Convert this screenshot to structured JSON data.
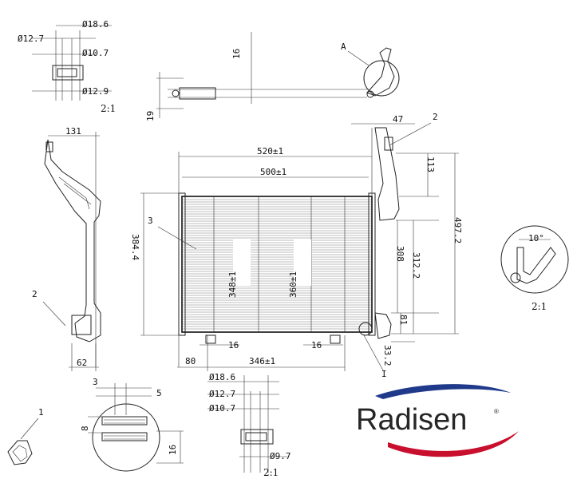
{
  "top_left_detail": {
    "dims": [
      "Ø18.6",
      "Ø12.7",
      "Ø10.7",
      "Ø12.9"
    ],
    "scale": "2:1"
  },
  "top_pipe": {
    "dims": [
      "16",
      "19"
    ],
    "callout": "A"
  },
  "side_view": {
    "dims": [
      "131",
      "62"
    ],
    "callout": "2"
  },
  "front_view": {
    "width_dims": [
      "520±1",
      "500±1",
      "346±1"
    ],
    "core_dims": [
      "348±1",
      "360±1"
    ],
    "height_dims": [
      "384.4",
      "308",
      "312.2",
      "497.2",
      "113",
      "81",
      "33.2"
    ],
    "bottom_dims": [
      "80",
      "16",
      "16"
    ],
    "top_right_dims": [
      "47"
    ],
    "callouts": [
      "3",
      "2",
      "I"
    ]
  },
  "right_detail": {
    "angle": "10°",
    "scale": "2:1"
  },
  "bottom_left_detail": {
    "dims": [
      "3",
      "5",
      "8",
      "16"
    ],
    "callout": "1"
  },
  "bottom_mid_detail": {
    "dims": [
      "Ø18.6",
      "Ø12.7",
      "Ø10.7",
      "Ø9.7"
    ],
    "scale": "2:1"
  },
  "brand": {
    "name": "Radisen",
    "mark": "®",
    "swoosh_color": "#c8102e",
    "swoosh2_color": "#1f3a8a"
  }
}
